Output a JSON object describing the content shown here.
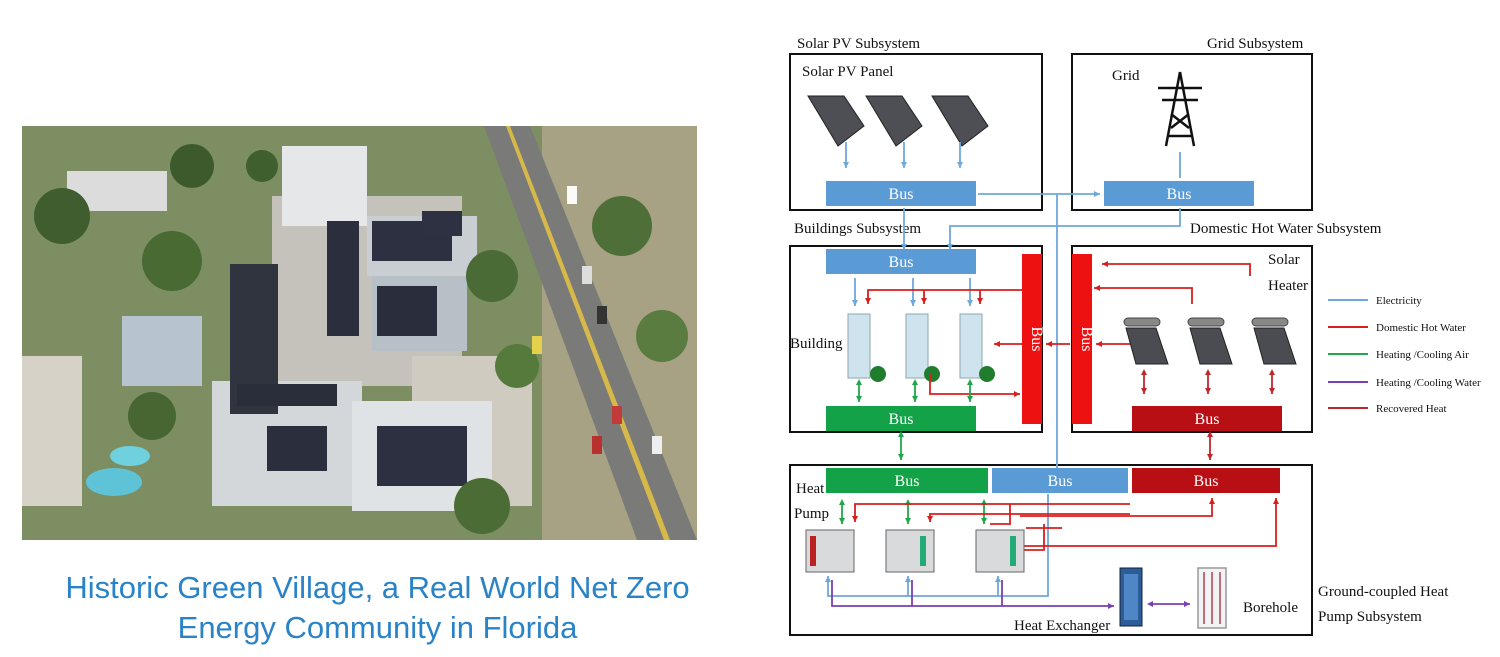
{
  "photo": {
    "description_icon": "aerial-photo-icon"
  },
  "caption": {
    "line1": "Historic Green Village, a Real World Net Zero",
    "line2": "Energy Community in Florida"
  },
  "diagram": {
    "solar_pv_subsystem": "Solar PV Subsystem",
    "solar_pv_panel": "Solar PV Panel",
    "grid_subsystem": "Grid Subsystem",
    "grid": "Grid",
    "buildings_subsystem": "Buildings Subsystem",
    "domestic_hot_water_subsystem": "Domestic Hot Water Subsystem",
    "solar_heater_1": "Solar",
    "solar_heater_2": "Heater",
    "building": "Building",
    "heat_pump_1": "Heat",
    "heat_pump_2": "Pump",
    "heat_exchanger": "Heat Exchanger",
    "borehole": "Borehole",
    "gchp_1": "Ground-coupled Heat",
    "gchp_2": "Pump Subsystem",
    "bus": "Bus"
  },
  "legend": [
    {
      "label": "Electricity",
      "color": "#6ea8dc"
    },
    {
      "label": "Domestic Hot Water",
      "color": "#d91e1e"
    },
    {
      "label": "Heating /Cooling Air",
      "color": "#1fa84a"
    },
    {
      "label": "Heating /Cooling Water",
      "color": "#7b3fb0"
    },
    {
      "label": "Recovered Heat",
      "color": "#c0262c"
    }
  ],
  "colors": {
    "electric_bus": "#5b9bd5",
    "air_bus": "#13a247",
    "hotwater_bus": "#b80f14",
    "vertical_bus": "#ee1111",
    "caption": "#2a83c6"
  }
}
